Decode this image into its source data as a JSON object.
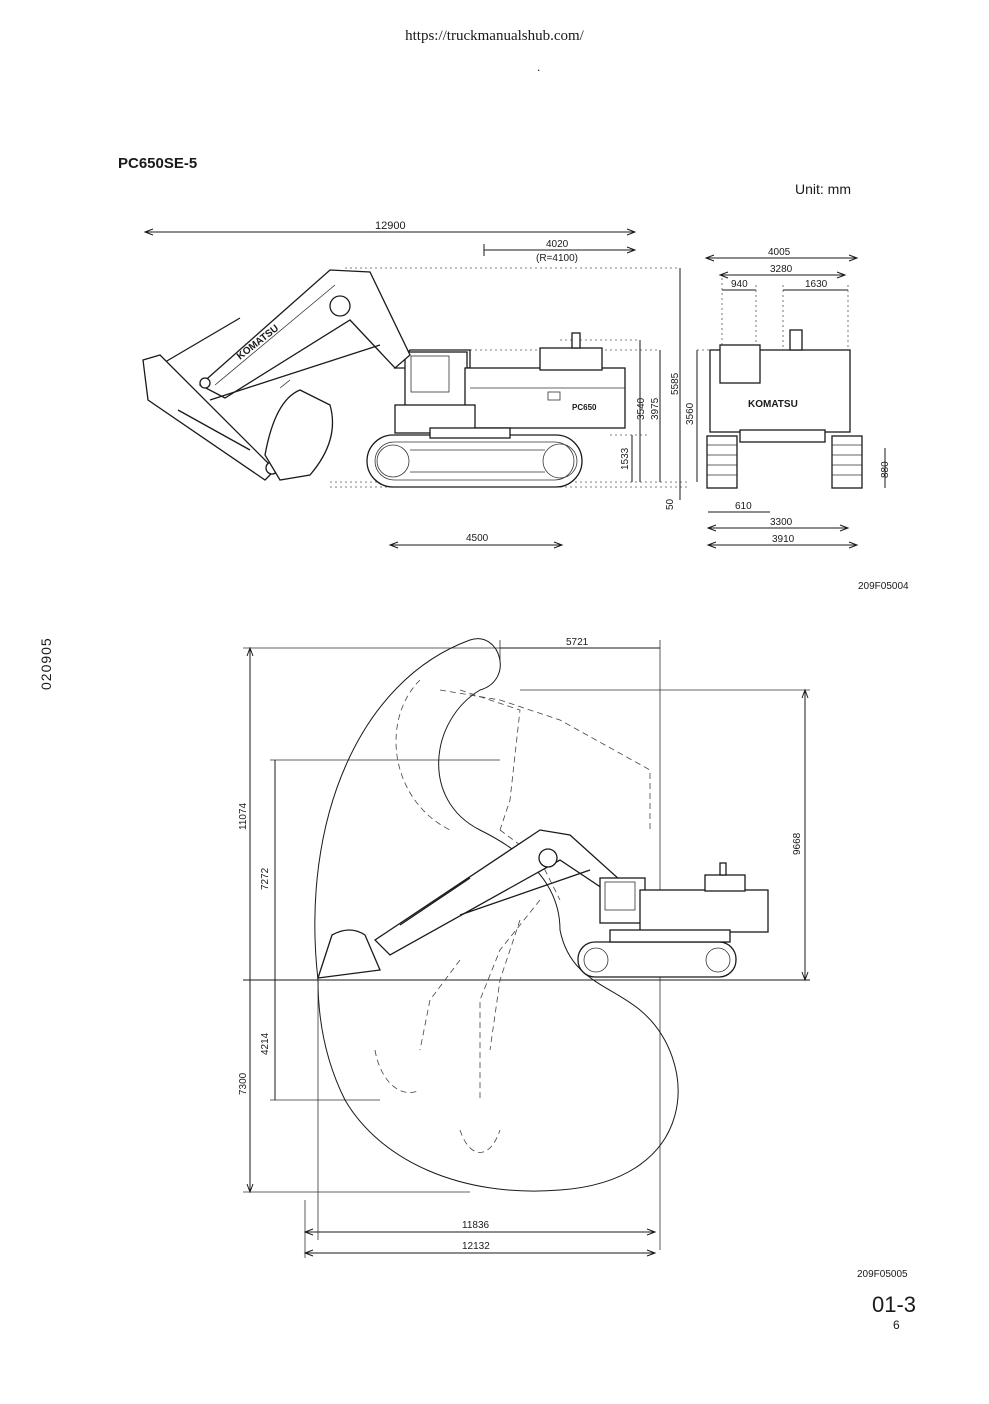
{
  "header": {
    "url": "https://truckmanualshub.com/",
    "dot": "."
  },
  "title": {
    "model": "PC650SE-5",
    "unit": "Unit: mm"
  },
  "side_code": "020905",
  "figure1": {
    "code": "209F05004",
    "dims": {
      "overall_length": "12900",
      "tail_radius_dim": "4020",
      "tail_radius_note": "(R=4100)",
      "track_length": "4500",
      "height_1533": "1533",
      "height_3540": "3540",
      "height_3975": "3975",
      "height_5585": "5585",
      "clearance_50": "50",
      "width_4005": "4005",
      "width_3280": "3280",
      "width_940": "940",
      "width_1630": "1630",
      "height_3560": "3560",
      "height_880": "880",
      "shoe_610": "610",
      "gauge_3300": "3300",
      "width_3910": "3910"
    },
    "labels": {
      "brand": "KOMATSU"
    }
  },
  "figure2": {
    "code": "209F05005",
    "dims": {
      "reach_5721": "5721",
      "height_11074": "11074",
      "height_7272": "7272",
      "height_9668": "9668",
      "depth_4214": "4214",
      "depth_7300": "7300",
      "reach_11836": "11836",
      "reach_12132": "12132"
    }
  },
  "footer": {
    "page": "01-3",
    "revision": "6"
  }
}
